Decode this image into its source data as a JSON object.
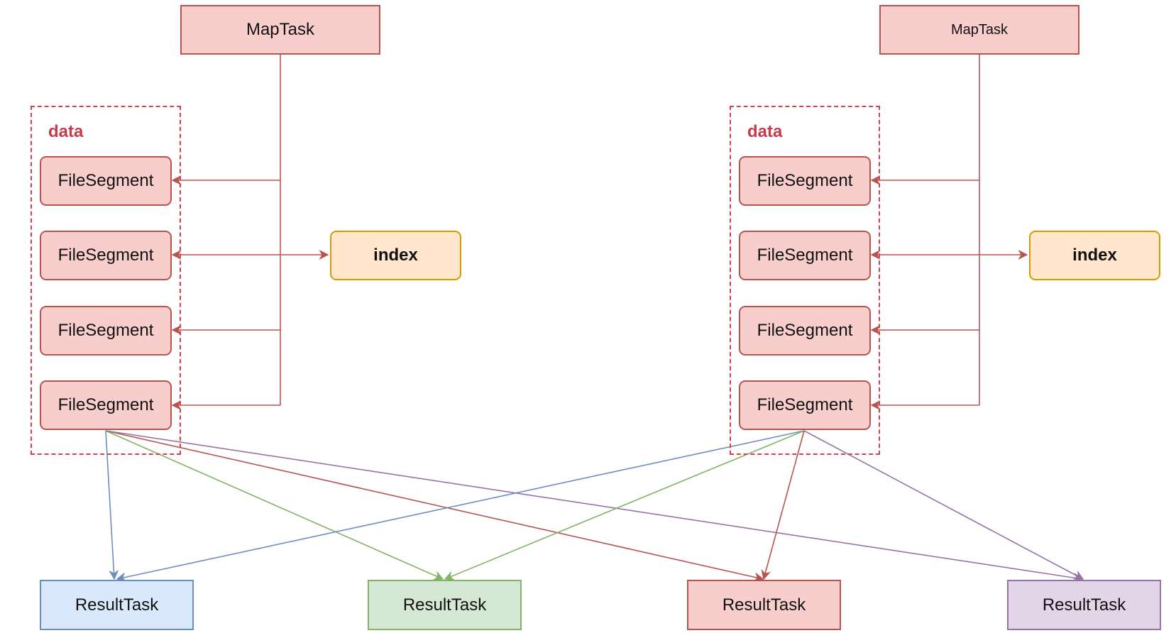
{
  "left_cluster": {
    "maptask": "MapTask",
    "group_label": "data",
    "segments": [
      "FileSegment",
      "FileSegment",
      "FileSegment",
      "FileSegment"
    ],
    "index": "index"
  },
  "right_cluster": {
    "maptask": "MapTask",
    "group_label": "data",
    "segments": [
      "FileSegment",
      "FileSegment",
      "FileSegment",
      "FileSegment"
    ],
    "index": "index"
  },
  "result_tasks": [
    "ResultTask",
    "ResultTask",
    "ResultTask",
    "ResultTask"
  ],
  "colors": {
    "red": "#b85450",
    "red_fill": "#f8cecc",
    "orange": "#d79b00",
    "orange_fill": "#ffe6cc",
    "blue": "#6c8ebf",
    "blue_fill": "#dae8fc",
    "green": "#82b366",
    "green_fill": "#d5e8d4",
    "purple": "#9673a6",
    "purple_fill": "#e1d5e7"
  }
}
